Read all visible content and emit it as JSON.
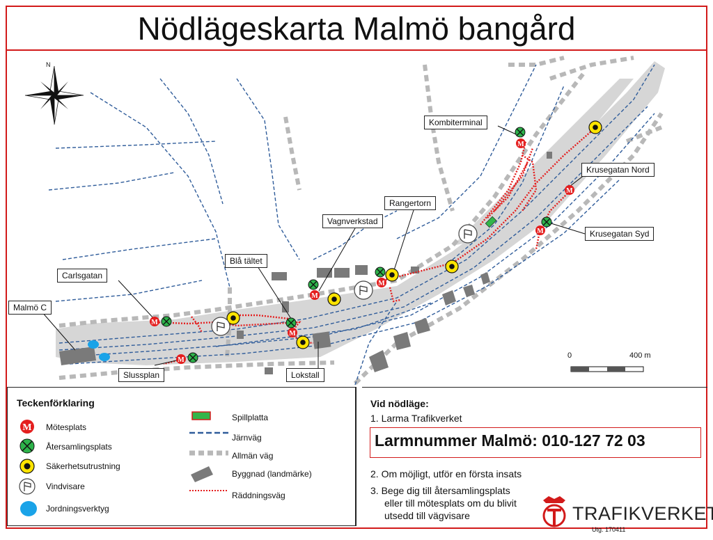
{
  "title": "Nödlägeskarta Malmö bangård",
  "compass_label": "N",
  "places": {
    "malmo_c": "Malmö C",
    "carlsgatan": "Carlsgatan",
    "slussplan": "Slussplan",
    "bla_taltet": "Blå tältet",
    "vagnverkstad": "Vagnverkstad",
    "lokstall": "Lokstall",
    "rangertorn": "Rangertorn",
    "kombiterminal": "Kombiterminal",
    "krusegatan_nord": "Krusegatan Nord",
    "krusegatan_syd": "Krusegatan Syd"
  },
  "scale": {
    "start": "0",
    "end": "400 m"
  },
  "legend": {
    "title": "Teckenförklaring",
    "motesplats": "Mötesplats",
    "atersamlingsplats": "Återsamlingsplats",
    "sakerhetsutrustning": "Säkerhetsutrustning",
    "vindvisare": "Vindvisare",
    "jordningsverktyg": "Jordningsverktyg",
    "spillplatta": "Spillplatta",
    "jarnvag": "Järnväg",
    "allman_vag": "Allmän väg",
    "byggnad": "Byggnad (landmärke)",
    "raddningsvag": "Räddningsväg",
    "marker_letter": "M"
  },
  "emergency": {
    "heading": "Vid nödläge:",
    "step1": "1.  Larma Trafikverket",
    "phone": "Larmnummer Malmö: 010-127 72 03",
    "step2": "2.  Om möjligt, utför en första insats",
    "step3_line1": "3.  Bege dig till återsamlingsplats",
    "step3_line2": "eller till mötesplats om du blivit",
    "step3_line3": "utsedd till vägvisare"
  },
  "brand": {
    "name": "TRAFIKVERKET",
    "edition": "Utg. 170411"
  },
  "colors": {
    "frame_red": "#d21a1a",
    "yard_gray": "#d6d6d6",
    "rail_blue": "#2f5c9a",
    "road_gray": "#b8b8b8",
    "building_gray": "#7a7a7a",
    "rescue_red": "#e41e1e",
    "assembly_green": "#2db34a",
    "safety_yellow": "#ffe400",
    "grounding_blue": "#1aa3e8",
    "spill_green": "#33b54a"
  }
}
